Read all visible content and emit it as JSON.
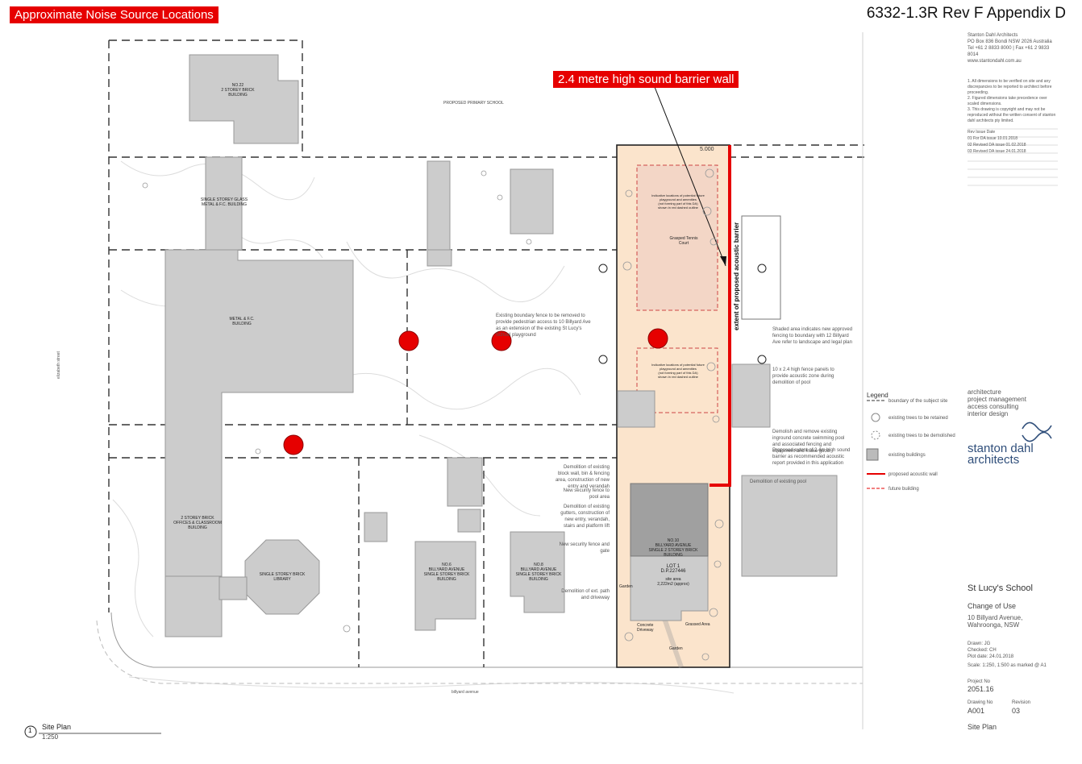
{
  "header": {
    "callout": "Approximate Noise Source Locations",
    "doc_ref": "6332-1.3R Rev F Appendix D"
  },
  "annotations": {
    "barrier_callout": "2.4 metre high sound barrier wall",
    "barrier_extent": "extent of proposed acoustic barrier",
    "dimension": "5.000"
  },
  "buildings": {
    "no22": "NO.22\n2 STOREY BRICK\nBUILDING",
    "glass": "SINGLE STOREY GLASS\nMETAL & F.C. BUILDING",
    "metal": "METAL & F.C.\nBUILDING",
    "offices": "2 STOREY BRICK\nOFFICES & CLASSROOM\nBUILDING",
    "library": "SINGLE STOREY BRICK\nLIBRARY",
    "no6": "NO.6\nBILLYARD AVENUE\nSINGLE STOREY BRICK\nBUILDING",
    "no8": "NO.8\nBILLYARD AVENUE\nSINGLE STOREY BRICK\nBUILDING",
    "no10": "NO.10\nBILLYARD AVENUE\nSINGLE 2 STOREY BRICK\nBUILDING",
    "lot": "LOT 1\nD.P.227446",
    "site_area": "site area\n2,222m2 (approx)",
    "primary_school": "PROPOSED PRIMARY SCHOOL",
    "tennis": "Grasped Tennis\nCourt",
    "future1": "Indicative locations of potential future\nplayground and amenities\n(not forming part of this DA)\nshown in red dashed outline",
    "future2": "Indicative locations of potential future\nplayground and amenities\n(not forming part of this DA)\nshown in red dashed outline",
    "driveway": "Concrete\nDriveway",
    "garden1": "Garden",
    "garden2": "Garden",
    "grassed": "Grassed Area",
    "street": "billyard avenue",
    "side_street": "elizabeth street"
  },
  "plan_notes": [
    "Existing boundary fence to be removed to provide pedestrian access to 10 Billyard Ave as an extension of the existing St Lucy's School playground",
    "Shaded area indicates new approved fencing to boundary with 12 Billyard Ave refer to landscape and legal plan",
    "10 x 2.4 high fence panels to provide acoustic zone during demolition of pool",
    "Demolish and remove existing inground concrete swimming pool and associated fencing and equipment and make good",
    "Proposed extent of 2.4m high sound barrier as recommended acoustic report provided in this application",
    "Demolition of existing block wall, bin & fencing area, construction of new entry and verandah",
    "New security fence to pool area",
    "Demolition of existing gutters, construction of new entry, verandah, stairs and platform lift",
    "New security fence and gate",
    "Demolition of ext. path and driveway",
    "Demolition of existing pool"
  ],
  "title_block": {
    "firm_info": "Stanton Dahl Architects\nPO Box 836 Bondi NSW 2026 Australia\nTel +61 2 8833 8000 | Fax +61 2 9833 8014\nwww.stantondahl.com.au",
    "copyright": "1. All dimensions to be verified on site and any discrepancies to be reported to architect before proceeding.\n2. Figured dimensions take precedence over scaled dimensions.\n3. This drawing is copyright and may not be reproduced without the written consent of stanton dahl architects pty limited.",
    "revisions": [
      "Rev  Issue                          Date",
      "01   For DA issue                  10.01.2018",
      "02   Revised DA issue              01.02.2018",
      "03   Revised DA issue              24.01.2018"
    ],
    "legend_title": "Legend",
    "legend": [
      "boundary of the subject site",
      "existing trees to be retained",
      "existing trees to be demolished",
      "existing buildings",
      "proposed acoustic wall",
      "future building"
    ],
    "services": "architecture\nproject management\naccess consulting\ninterior design",
    "brand": "stanton dahl\narchitects",
    "project": "St Lucy's School",
    "change": "Change of Use",
    "address": "10 Billyard Avenue,\nWahroonga, NSW",
    "drawn": "Drawn: JG\nChecked: CH\nPlot date: 24.01.2018",
    "scale": "Scale: 1:250, 1:500 as marked @ A1",
    "project_no_label": "Project No",
    "project_no": "2051.16",
    "drawing_no_label": "Drawing No",
    "drawing_no": "A001",
    "revision_label": "Revision",
    "revision": "03",
    "drawing_title": "Site Plan",
    "plan_number": "1",
    "plan_title": "Site Plan",
    "plan_scale": "1:250"
  },
  "colors": {
    "accent_red": "#e60000",
    "site_fill": "#fbe4cc",
    "building_grey": "#cccccc",
    "brand_blue": "#2f4e7a"
  }
}
